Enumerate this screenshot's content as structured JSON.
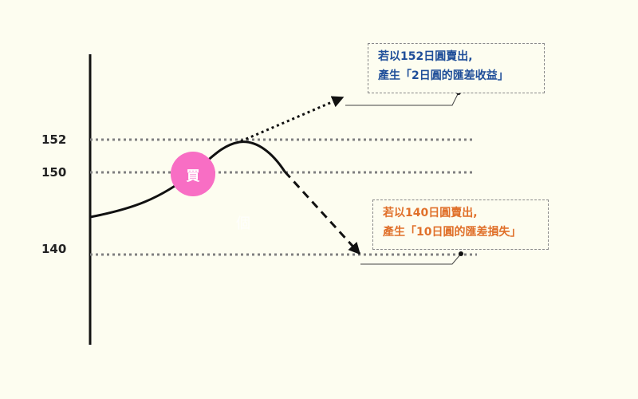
{
  "levels": {
    "l152": "152",
    "l150": "150",
    "l140": "140"
  },
  "buy": {
    "label": "買"
  },
  "ghost_char": "個",
  "notes": {
    "profit": {
      "line1": "若以152日圓賣出,",
      "line2": "產生「2日圓的匯差收益」"
    },
    "loss": {
      "line1": "若以140日圓賣出,",
      "line2": "產生「10日圓的匯差損失」"
    }
  },
  "colors": {
    "background": "#fdfdf0",
    "profit_text": "#1f4e99",
    "loss_text": "#e0702a",
    "buy_circle": "#f86ec4",
    "level_line": "#808080"
  }
}
